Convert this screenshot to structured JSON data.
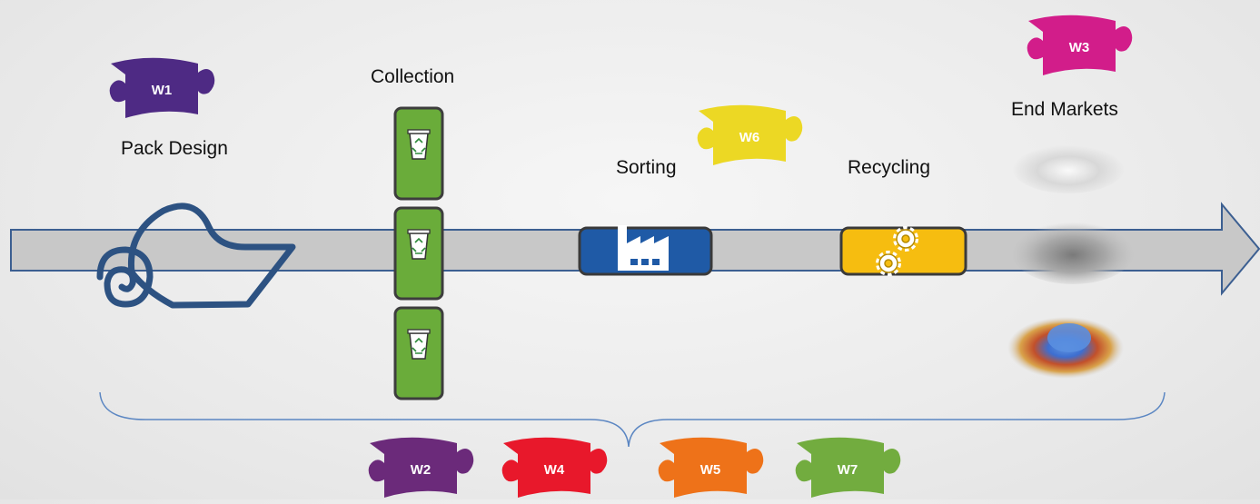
{
  "stages": {
    "pack_design": "Pack Design",
    "collection": "Collection",
    "sorting": "Sorting",
    "recycling": "Recycling",
    "end_markets": "End Markets"
  },
  "pieces": [
    {
      "id": "W1",
      "label": "W1",
      "color": "#4e2a84"
    },
    {
      "id": "W2",
      "label": "W2",
      "color": "#6b2a7a"
    },
    {
      "id": "W3",
      "label": "W3",
      "color": "#d21d8a"
    },
    {
      "id": "W4",
      "label": "W4",
      "color": "#e8182b"
    },
    {
      "id": "W5",
      "label": "W5",
      "color": "#ee7219"
    },
    {
      "id": "W6",
      "label": "W6",
      "color": "#ecd824"
    },
    {
      "id": "W7",
      "label": "W7",
      "color": "#72ac3f"
    }
  ],
  "colors": {
    "arrow_fill": "#c8c8c8",
    "arrow_stroke": "#3c5f91",
    "bin_green": "#6aac3a",
    "sorting_blue": "#1f5aa6",
    "recycling_yellow": "#f6bd10",
    "brace": "#5b86c2"
  },
  "icons": {
    "pack": "packaging-film-roll-icon",
    "bin": "recycle-bin-icon",
    "factory": "factory-icon",
    "gears": "gears-icon",
    "pellets": "pellet-pile-icon"
  }
}
